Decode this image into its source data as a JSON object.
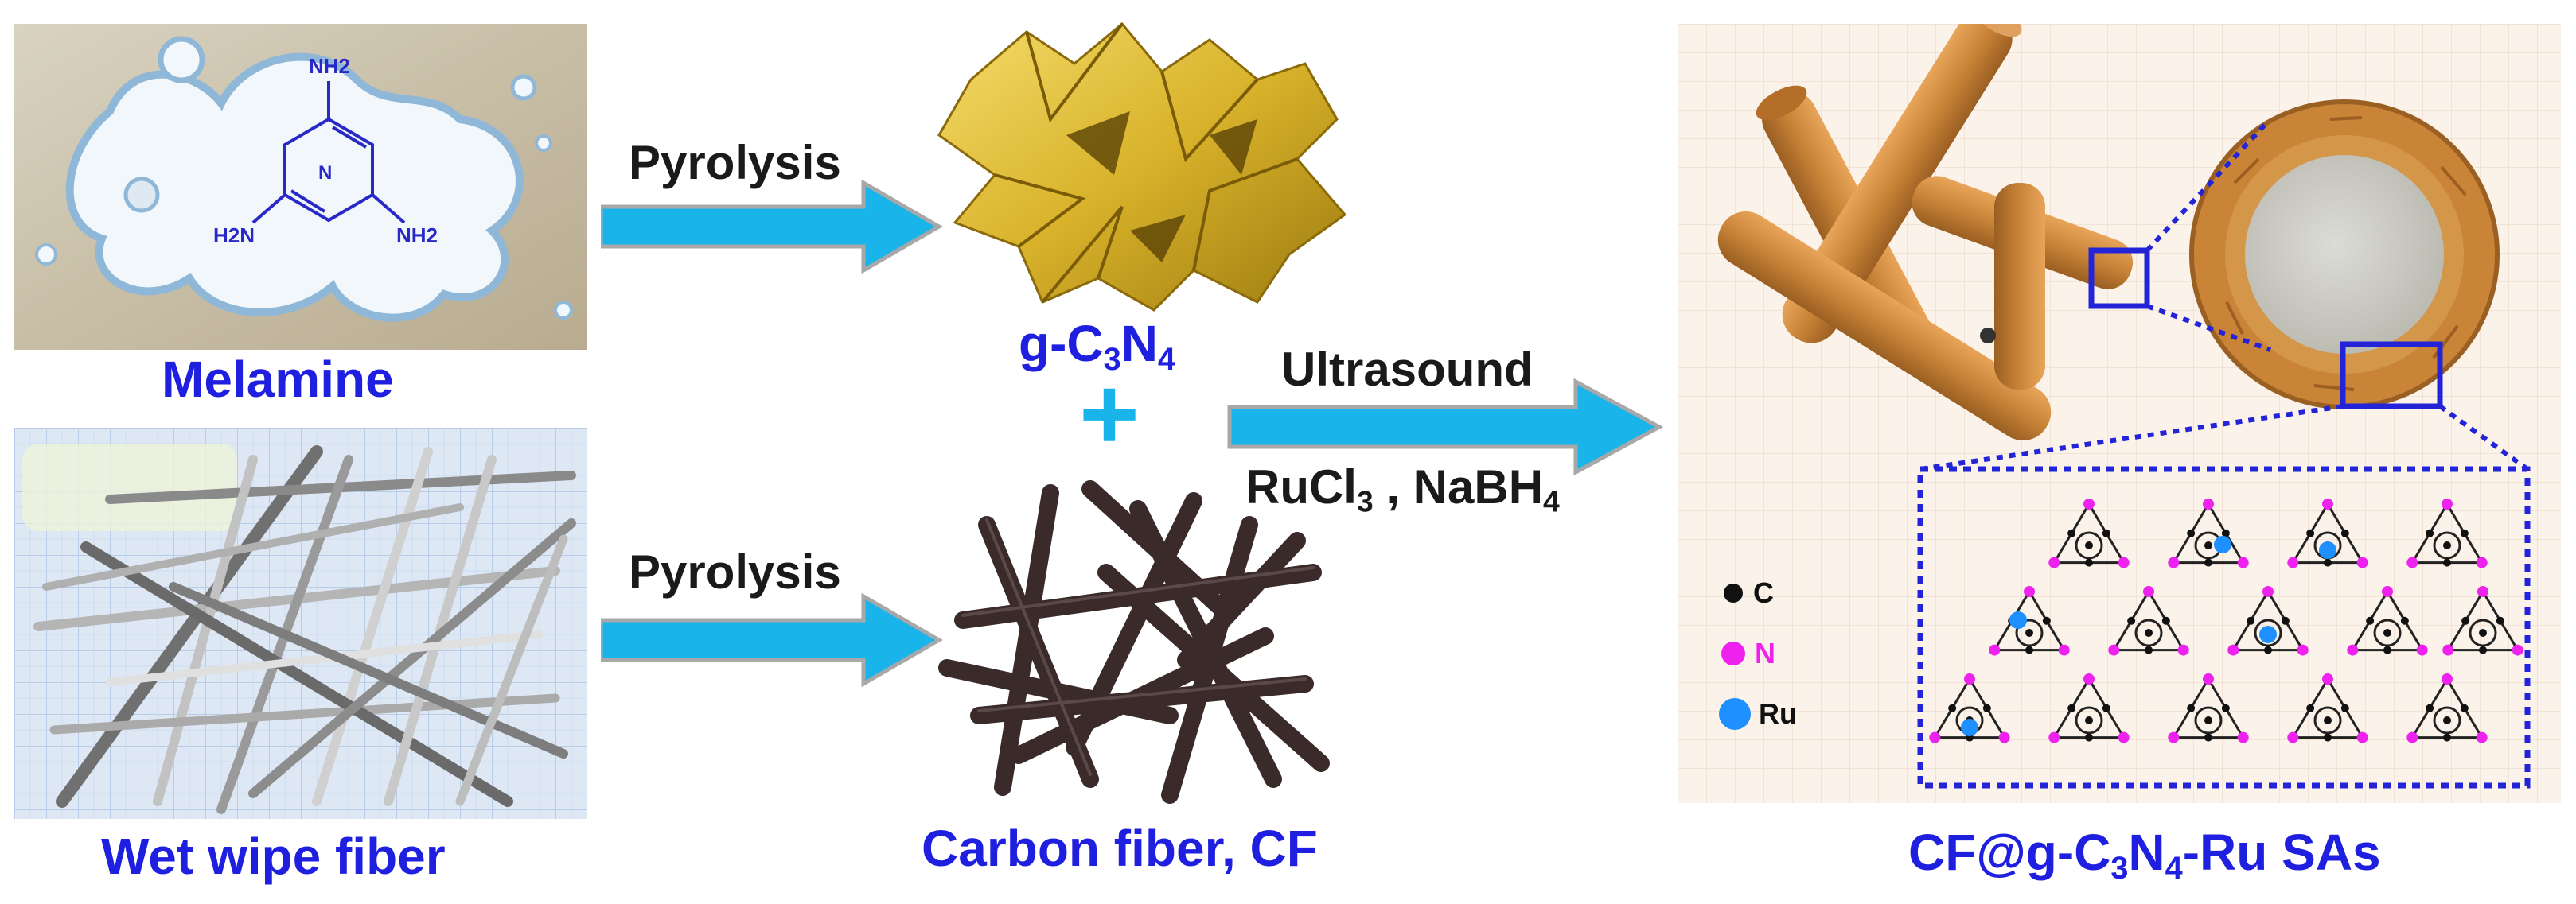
{
  "labels": {
    "melamine": "Melamine",
    "wet_wipe_fiber": "Wet wipe fiber",
    "g_c3n4": {
      "pre": "g-C",
      "sub1": "3",
      "mid": "N",
      "sub2": "4",
      "post": ""
    },
    "carbon_fiber": "Carbon fiber, CF",
    "product": {
      "pre": "CF@g-C",
      "sub1": "3",
      "mid": "N",
      "sub2": "4",
      "post": "-Ru SAs"
    }
  },
  "melamine_structure": {
    "nh2_labels": [
      "NH2",
      "H2N",
      "NH2"
    ],
    "ring_atom": "N"
  },
  "arrows": {
    "pyrolysis_top": "Pyrolysis",
    "pyrolysis_bottom": "Pyrolysis",
    "ultrasound": "Ultrasound",
    "reagents": {
      "ru": "RuCl",
      "ru_sub": "3",
      "sep": " , NaBH",
      "na_sub": "4"
    }
  },
  "plus_symbol": "+",
  "legend": [
    {
      "label": "C",
      "color": "#111111"
    },
    {
      "label": "N",
      "color": "#ee22ee"
    },
    {
      "label": "Ru",
      "color": "#1e90ff"
    }
  ],
  "colors": {
    "arrow": "#19b4ea",
    "label_blue": "#1f1fe0",
    "g_c3n4_yellow": "#e0bb2a",
    "fiber_orange": "#c98438",
    "carbon_fiber": "#3a2a2a",
    "zoom_box": "#2323d8"
  }
}
